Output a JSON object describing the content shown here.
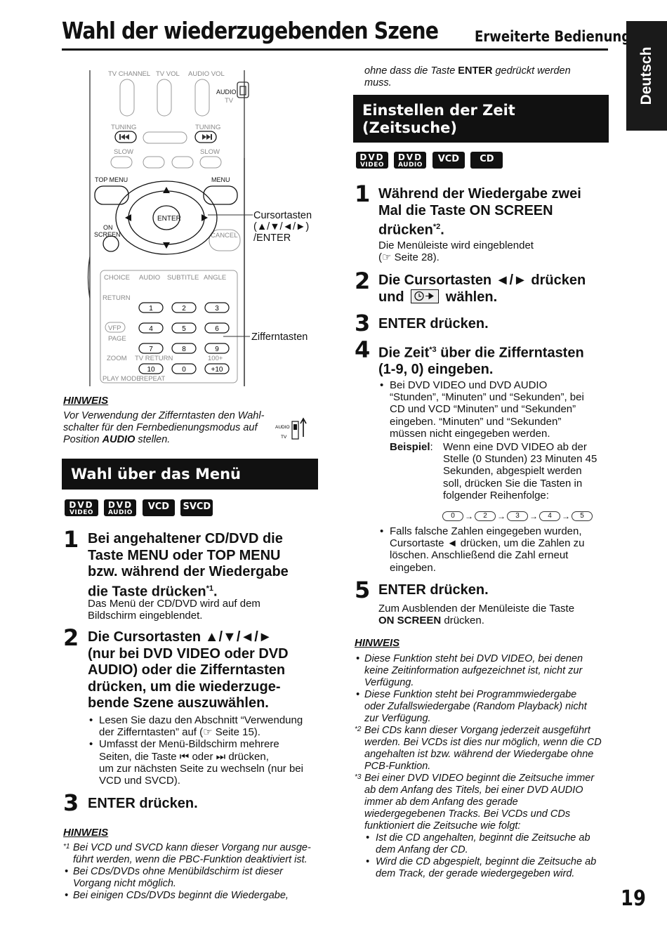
{
  "header": {
    "title": "Wahl der wiederzugebenden Szene",
    "section": "Erweiterte Bedienung",
    "side_tab": "Deutsch",
    "page_number": "19"
  },
  "remote": {
    "label_cursor_1": "Cursortasten",
    "label_cursor_2": "(▲/▼/◄/►)",
    "label_cursor_3": "/ENTER",
    "label_digits": "Zifferntasten",
    "texts": {
      "tv_channel": "TV CHANNEL",
      "tv_vol": "TV VOL",
      "audio_vol": "AUDIO VOL",
      "audio": "AUDIO",
      "tv": "TV",
      "tuning_l": "TUNING",
      "tuning_r": "TUNING",
      "slow_l": "SLOW",
      "slow_r": "SLOW",
      "top_menu": "TOP MENU",
      "menu": "MENU",
      "enter": "ENTER",
      "on": "ON",
      "screen": "SCREEN",
      "cancel": "CANCEL",
      "choice": "CHOICE",
      "audio2": "AUDIO",
      "subtitle": "SUBTITLE",
      "angle": "ANGLE",
      "return": "RETURN",
      "vfp": "VFP",
      "page": "PAGE",
      "zoom": "ZOOM",
      "tv_return": "TV RETURN",
      "hundred": "100+",
      "play_mode": "PLAY MODE",
      "repeat": "REPEAT"
    },
    "keys": [
      "1",
      "2",
      "3",
      "4",
      "5",
      "6",
      "7",
      "8",
      "9",
      "10",
      "0",
      "+10"
    ]
  },
  "left": {
    "hinweis1": {
      "label": "HINWEIS",
      "text1": "Vor Verwendung der Zifferntasten den Wahl-",
      "text2": "schalter für den Fernbedienungsmodus auf",
      "text3_pre": "Position ",
      "text3_bold": "AUDIO",
      "text3_post": " stellen.",
      "switch_audio": "AUDIO",
      "switch_tv": "TV"
    },
    "section_menu": "Wahl über das Menü",
    "badges": [
      {
        "big": "DVD",
        "small": "VIDEO"
      },
      {
        "big": "DVD",
        "small": "AUDIO"
      },
      {
        "one": "VCD"
      },
      {
        "one": "SVCD"
      }
    ],
    "step1": {
      "num": "1",
      "l1": "Bei angehaltener CD/DVD die",
      "l2": "Taste MENU oder TOP MENU",
      "l3": "bzw. während der Wiedergabe",
      "l4": "die Taste drücken",
      "sup": "*1",
      "tail": ".",
      "b1": "Das Menü der CD/DVD wird auf dem",
      "b2": "Bildschirm eingeblendet."
    },
    "step2": {
      "num": "2",
      "l1": "Die Cursortasten ▲/▼/◄/►",
      "l2": "(nur bei DVD VIDEO oder DVD",
      "l3": "AUDIO) oder die Zifferntasten",
      "l4": "drücken, um die wiederzuge-",
      "l5": "bende Szene auszuwählen.",
      "bullet1_1": "Lesen Sie dazu den Abschnitt “Verwendung",
      "bullet1_2": "der Zifferntasten” auf (☞ Seite 15).",
      "bullet2_1": "Umfasst der Menü-Bildschirm mehrere",
      "bullet2_2": "Seiten, die Taste ⏮ oder ⏭ drücken,",
      "bullet2_3": "um zur nächsten Seite zu wechseln (nur bei",
      "bullet2_4": "VCD und SVCD)."
    },
    "step3": {
      "num": "3",
      "title": "ENTER drücken."
    },
    "hinweis2": {
      "label": "HINWEIS",
      "n1_mark": "*1",
      "n1_1": "Bei VCD und SVCD kann dieser Vorgang nur ausge-",
      "n1_2": "führt werden, wenn die PBC-Funktion deaktiviert ist.",
      "n2_1": "Bei CDs/DVDs ohne Menübildschirm ist dieser",
      "n2_2": "Vorgang nicht möglich.",
      "n3_1": "Bei einigen CDs/DVDs beginnt die Wiedergabe,"
    }
  },
  "right": {
    "cont_1_pre": "ohne dass die Taste ",
    "cont_1_bold": "ENTER",
    "cont_1_post": " gedrückt werden",
    "cont_2": "muss.",
    "section_time_1": "Einstellen der Zeit",
    "section_time_2": "(Zeitsuche)",
    "badges": [
      {
        "big": "DVD",
        "small": "VIDEO"
      },
      {
        "big": "DVD",
        "small": "AUDIO"
      },
      {
        "one": "VCD"
      },
      {
        "one": "CD"
      }
    ],
    "step1": {
      "num": "1",
      "l1": "Während der Wiedergabe zwei",
      "l2": "Mal die Taste ON SCREEN",
      "l3": "drücken",
      "sup": "*2",
      "tail": ".",
      "b1": "Die Menüleiste wird eingeblendet",
      "b2": "(☞ Seite 28)."
    },
    "step2": {
      "num": "2",
      "l1": "Die Cursortasten ◄/► drücken",
      "l2_pre": "und",
      "l2_post": "wählen."
    },
    "step3": {
      "num": "3",
      "title": "ENTER drücken."
    },
    "step4": {
      "num": "4",
      "l1_pre": "Die Zeit",
      "sup": "*3",
      "l1_post": " über die Zifferntasten",
      "l2": "(1-9, 0) eingeben.",
      "b1_1": "Bei DVD VIDEO und DVD AUDIO",
      "b1_2": "“Stunden”, “Minuten” und “Sekunden”, bei",
      "b1_3": "CD und VCD “Minuten” und “Sekunden”",
      "b1_4": "eingeben. “Minuten” und “Sekunden”",
      "b1_5": "müssen nicht eingegeben werden.",
      "example_label": "Beispiel",
      "ex1": "Wenn eine DVD VIDEO ab der",
      "ex2": "Stelle (0 Stunden) 23 Minuten 45",
      "ex3": "Sekunden, abgespielt werden",
      "ex4": "soll, drücken Sie die Tasten in",
      "ex5": "folgender Reihenfolge:",
      "sequence": [
        "0",
        "2",
        "3",
        "4",
        "5"
      ],
      "b2_1": "Falls falsche Zahlen eingegeben wurden,",
      "b2_2": "Cursortaste ◄ drücken, um die Zahlen zu",
      "b2_3": "löschen. Anschließend die Zahl erneut",
      "b2_4": "eingeben."
    },
    "step5": {
      "num": "5",
      "title": "ENTER drücken.",
      "b1": "Zum Ausblenden der Menüleiste die Taste",
      "b2_bold": "ON SCREEN",
      "b2_post": " drücken."
    },
    "hinweis": {
      "label": "HINWEIS",
      "n1_1": "Diese Funktion steht bei DVD VIDEO, bei denen",
      "n1_2": "keine Zeitinformation aufgezeichnet ist, nicht zur",
      "n1_3": "Verfügung.",
      "n2_1": "Diese Funktion steht bei Programmwiedergabe",
      "n2_2": "oder Zufallswiedergabe (Random Playback) nicht",
      "n2_3": "zur Verfügung.",
      "n3_mark": "*2",
      "n3_1": "Bei CDs kann dieser Vorgang jederzeit ausgeführt",
      "n3_2": "werden. Bei VCDs ist dies nur möglich, wenn die CD",
      "n3_3": "angehalten ist bzw. während der Wiedergabe ohne",
      "n3_4": "PCB-Funktion.",
      "n4_mark": "*3",
      "n4_1": "Bei einer DVD VIDEO beginnt die Zeitsuche immer",
      "n4_2": "ab dem Anfang des Titels, bei einer DVD AUDIO",
      "n4_3": "immer ab dem Anfang des gerade",
      "n4_4": "wiedergegebenen Tracks. Bei VCDs und CDs",
      "n4_5": "funktioniert die Zeitsuche wie folgt:",
      "s1_1": "Ist die CD angehalten, beginnt die Zeitsuche ab",
      "s1_2": "dem Anfang der CD.",
      "s2_1": "Wird die CD abgespielt, beginnt die Zeitsuche ab",
      "s2_2": "dem Track, der gerade wiedergegeben wird."
    }
  }
}
